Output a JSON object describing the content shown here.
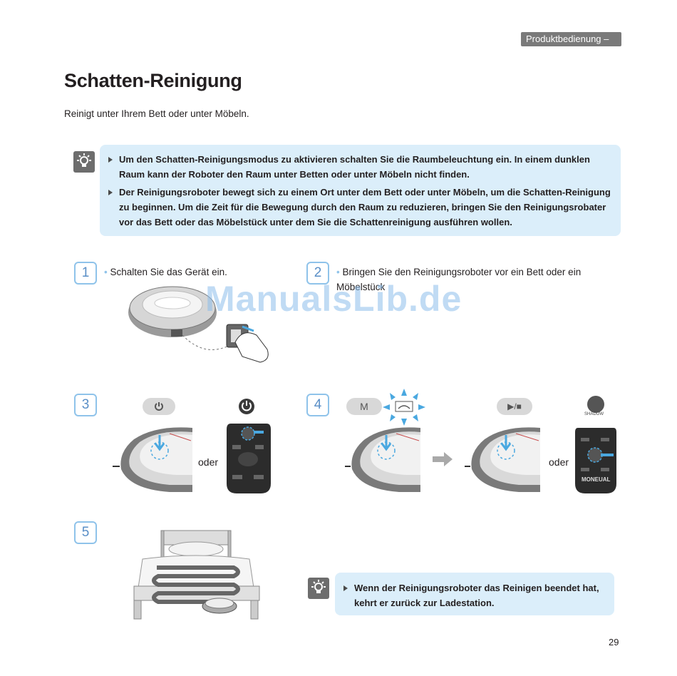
{
  "header": {
    "section_tag": "Produktbedienung"
  },
  "page": {
    "title": "Schatten-Reinigung",
    "subtitle": "Reinigt unter Ihrem Bett oder unter Möbeln.",
    "number": "29",
    "watermark": "ManualsLib.de"
  },
  "tips": [
    "Um den Schatten-Reinigungsmodus zu aktivieren schalten Sie die Raumbeleuchtung ein. In einem dunklen Raum kann der Roboter den Raum unter Betten oder unter Möbeln nicht finden.",
    "Der Reinigungsroboter bewegt sich zu einem Ort unter dem Bett oder unter Möbeln, um die Schatten-Reinigung zu beginnen. Um die Zeit für die Bewegung durch den Raum zu reduzieren, bringen Sie den Reinigungsrobater vor das Bett oder das Möbelstück unter dem Sie die Schattenreinigung ausführen wollen."
  ],
  "steps": [
    {
      "number": "1",
      "text": "Schalten Sie das Gerät ein."
    },
    {
      "number": "2",
      "text": "Bringen Sie den Reinigungsroboter vor ein Bett oder ein Möbelstück"
    },
    {
      "number": "3",
      "or": "oder"
    },
    {
      "number": "4",
      "or": "oder",
      "mode_button": "M",
      "play_button": "▶/■",
      "remote_label": "SHADOW"
    },
    {
      "number": "5"
    }
  ],
  "remote": {
    "brand": "MONEUAL"
  },
  "final_tip": "Wenn der Reinigungsroboter das Reinigen beendet hat, kehrt er zurück zur Ladestation.",
  "colors": {
    "accent_blue": "#8fc3ea",
    "tip_bg": "#dbeefa",
    "tag_bg": "#7a7a7a"
  }
}
